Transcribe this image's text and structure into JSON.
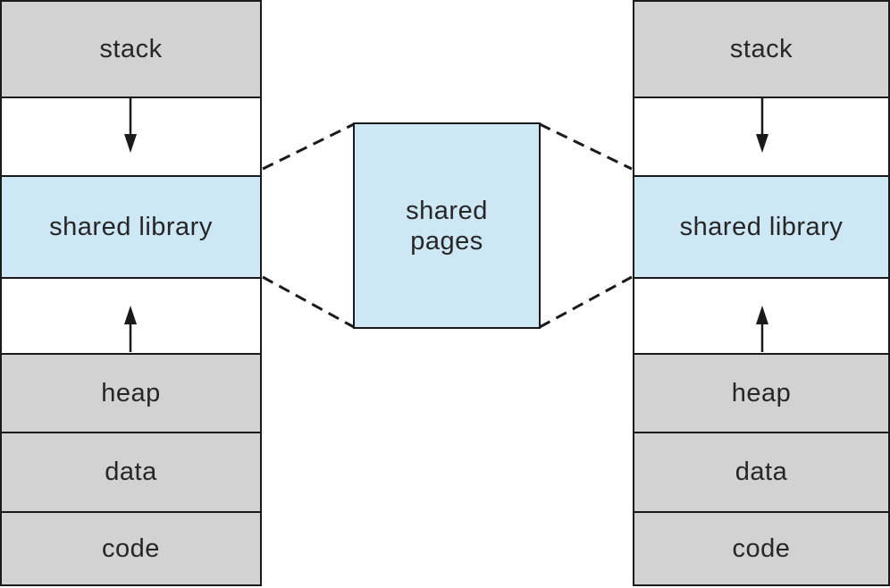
{
  "colors": {
    "gray_segment": "#d2d2d2",
    "blue_segment": "#cde7f5",
    "line": "#1a1a1a",
    "background": "#ffffff",
    "label_text": "#262626"
  },
  "left_column": {
    "segments": [
      {
        "label": "stack"
      },
      {
        "label": ""
      },
      {
        "label": "shared library"
      },
      {
        "label": ""
      },
      {
        "label": "heap"
      },
      {
        "label": "data"
      },
      {
        "label": "code"
      }
    ]
  },
  "right_column": {
    "segments": [
      {
        "label": "stack"
      },
      {
        "label": ""
      },
      {
        "label": "shared library"
      },
      {
        "label": ""
      },
      {
        "label": "heap"
      },
      {
        "label": "data"
      },
      {
        "label": "code"
      }
    ]
  },
  "center_box": {
    "line1": "shared",
    "line2": "pages"
  }
}
